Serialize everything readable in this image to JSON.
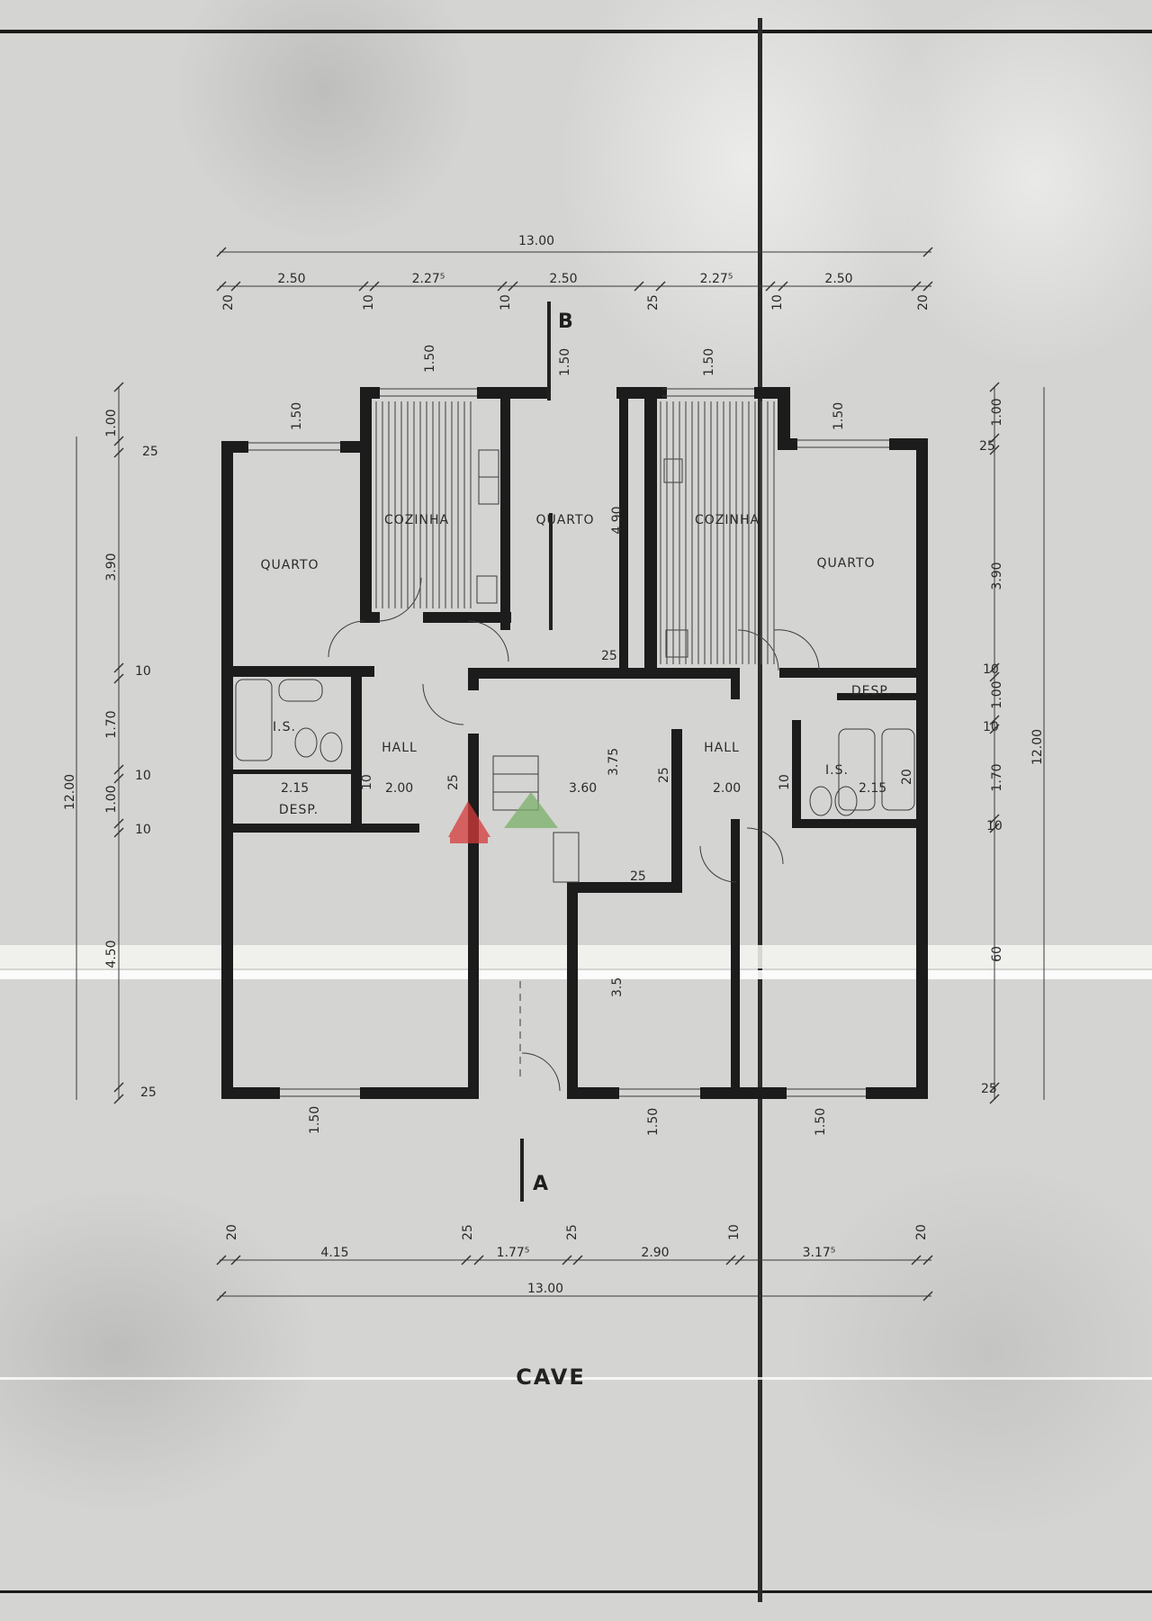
{
  "drawing": {
    "title": "CAVE",
    "section_top": "B",
    "section_bottom": "A"
  },
  "rooms": {
    "quarto_left": "QUARTO",
    "cozinha_left": "COZINHA",
    "quarto_center": "QUARTO",
    "cozinha_right": "COZINHA",
    "quarto_right": "QUARTO",
    "hall_left": "HALL",
    "hall_right": "HALL",
    "is_left": "I.S.",
    "is_right": "I.S.",
    "desp_left": "DESP.",
    "desp_right": "DESP."
  },
  "dims_top": {
    "overall": "13.00",
    "seg1": "2.50",
    "seg2": "2.27⁵",
    "seg3": "2.50",
    "seg4": "2.27⁵",
    "seg5": "2.50",
    "w20a": "20",
    "w10a": "10",
    "w10b": "10",
    "w25": "25",
    "w10c": "10",
    "w20b": "20"
  },
  "dims_bottom": {
    "overall": "13.00",
    "seg1": "4.15",
    "seg2": "1.77⁵",
    "seg3": "2.90",
    "seg4": "3.17⁵",
    "w20a": "20",
    "w25a": "25",
    "w25b": "25",
    "w10": "10",
    "w20b": "20"
  },
  "dims_left": {
    "overall": "12.00",
    "v100": "1.00",
    "v25a": "25",
    "v390": "3.90",
    "v10a": "10",
    "v170": "1.70",
    "v10b": "10",
    "v100b": "1.00",
    "v10c": "10",
    "v450": "4.50",
    "v25b": "25"
  },
  "dims_right": {
    "overall": "12.00",
    "v100": "1.00",
    "v25a": "25",
    "v390": "3.90",
    "v10a": "10",
    "v100b": "1.00",
    "v10b": "10",
    "v170": "1.70",
    "v10c": "10",
    "v60": "60",
    "v25b": "25"
  },
  "windows": {
    "w_top1": "1.50",
    "w_top2": "1.50",
    "w_top3": "1.50",
    "w_top4": "1.50",
    "w_top5": "1.50",
    "w_bot1": "1.50",
    "w_bot2": "1.50",
    "w_bot3": "1.50"
  },
  "interior": {
    "d490": "4.90",
    "d25a": "25",
    "d215a": "2.15",
    "d200a": "2.00",
    "d10a": "10",
    "d25b": "25",
    "d360": "3.60",
    "d375": "3.75",
    "d25c": "25",
    "d200b": "2.00",
    "d10b": "10",
    "d215b": "2.15",
    "d20": "20",
    "d25d": "25",
    "d35": "3.5"
  }
}
